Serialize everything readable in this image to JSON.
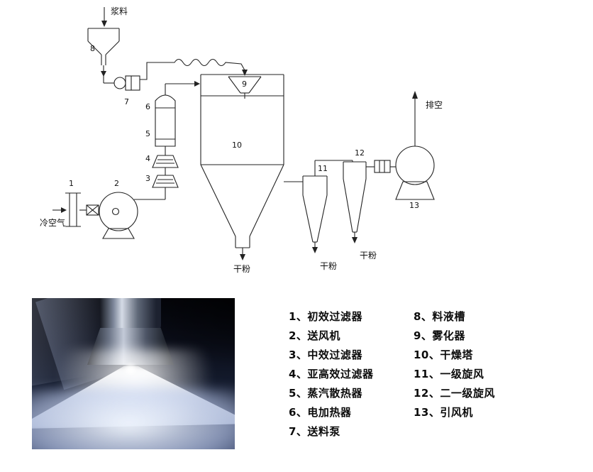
{
  "diagram": {
    "labels": {
      "slurry": "浆料",
      "cold_air": "冷空气",
      "exhaust": "排空",
      "powder_tower": "干粉",
      "powder_cyclone1": "干粉",
      "powder_cyclone2": "干粉"
    },
    "numbers": {
      "n1": "1",
      "n2": "2",
      "n3": "3",
      "n4": "4",
      "n5": "5",
      "n6": "6",
      "n7": "7",
      "n8": "8",
      "n9": "9",
      "n10": "10",
      "n11": "11",
      "n12": "12",
      "n13": "13"
    }
  },
  "legend": {
    "col1": [
      {
        "text": "1、初效过滤器"
      },
      {
        "text": "2、送风机"
      },
      {
        "text": "3、中效过滤器"
      },
      {
        "text": "4、亚高效过滤器"
      },
      {
        "text": "5、蒸汽散热器"
      },
      {
        "text": "6、电加热器"
      },
      {
        "text": "7、送料泵"
      }
    ],
    "col2": [
      {
        "text": "8、料液槽"
      },
      {
        "text": "9、雾化器"
      },
      {
        "text": "10、干燥塔"
      },
      {
        "text": "11、一级旋风"
      },
      {
        "text": "12、二一级旋风"
      },
      {
        "text": "13、引风机"
      }
    ]
  }
}
